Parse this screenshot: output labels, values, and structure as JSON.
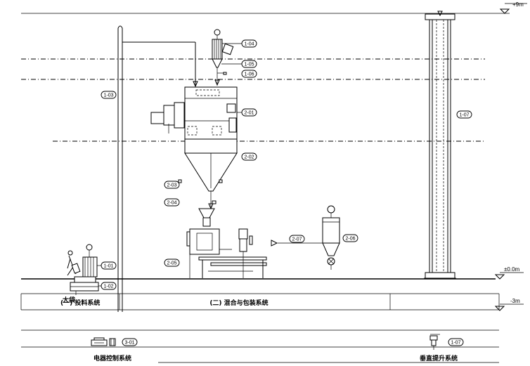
{
  "levels": {
    "top": "+9m",
    "ground": "±0.0m",
    "bottom": "-3m"
  },
  "equipment_labels": [
    {
      "id": "l-104",
      "text": "1-04"
    },
    {
      "id": "l-105",
      "text": "1-05"
    },
    {
      "id": "l-106",
      "text": "1-06"
    },
    {
      "id": "l-103",
      "text": "1-03"
    },
    {
      "id": "l-201",
      "text": "2-01"
    },
    {
      "id": "l-202",
      "text": "2-02"
    },
    {
      "id": "l-203",
      "text": "2-03"
    },
    {
      "id": "l-204",
      "text": "2-04"
    },
    {
      "id": "l-205",
      "text": "2-05"
    },
    {
      "id": "l-207",
      "text": "2-07"
    },
    {
      "id": "l-206",
      "text": "2-06"
    },
    {
      "id": "l-101",
      "text": "1-01"
    },
    {
      "id": "l-102",
      "text": "1-02"
    },
    {
      "id": "l-107",
      "text": "1-07"
    },
    {
      "id": "l-301",
      "text": "3-01"
    },
    {
      "id": "l-107b",
      "text": "1-07"
    }
  ],
  "annotations": {
    "bag_label": "大袋"
  },
  "systems": {
    "feeding": "(一) 投料系统",
    "mixing": "(二) 混合与包装系统",
    "electrical": "电器控制系统",
    "lifting": "垂直提升系统"
  }
}
